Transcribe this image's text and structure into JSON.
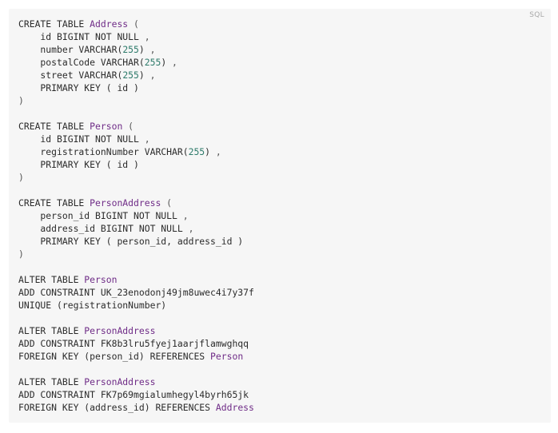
{
  "badge": {
    "language": "SQL"
  },
  "code": {
    "lines": [
      [
        {
          "t": "CREATE TABLE "
        },
        {
          "t": "Address",
          "c": "tbl"
        },
        {
          "t": " (",
          "c": "p"
        }
      ],
      [
        {
          "t": "    id BIGINT NOT NULL "
        },
        {
          "t": ",",
          "c": "p"
        }
      ],
      [
        {
          "t": "    number VARCHAR("
        },
        {
          "t": "255",
          "c": "n"
        },
        {
          "t": ") "
        },
        {
          "t": ",",
          "c": "p"
        }
      ],
      [
        {
          "t": "    postalCode VARCHAR("
        },
        {
          "t": "255",
          "c": "n"
        },
        {
          "t": ") "
        },
        {
          "t": ",",
          "c": "p"
        }
      ],
      [
        {
          "t": "    street VARCHAR("
        },
        {
          "t": "255",
          "c": "n"
        },
        {
          "t": ") "
        },
        {
          "t": ",",
          "c": "p"
        }
      ],
      [
        {
          "t": "    PRIMARY KEY ( id )"
        }
      ],
      [
        {
          "t": ")",
          "c": "p"
        }
      ],
      [],
      [
        {
          "t": "CREATE TABLE "
        },
        {
          "t": "Person",
          "c": "tbl"
        },
        {
          "t": " (",
          "c": "p"
        }
      ],
      [
        {
          "t": "    id BIGINT NOT NULL "
        },
        {
          "t": ",",
          "c": "p"
        }
      ],
      [
        {
          "t": "    registrationNumber VARCHAR("
        },
        {
          "t": "255",
          "c": "n"
        },
        {
          "t": ") "
        },
        {
          "t": ",",
          "c": "p"
        }
      ],
      [
        {
          "t": "    PRIMARY KEY ( id )"
        }
      ],
      [
        {
          "t": ")",
          "c": "p"
        }
      ],
      [],
      [
        {
          "t": "CREATE TABLE "
        },
        {
          "t": "PersonAddress",
          "c": "tbl"
        },
        {
          "t": " (",
          "c": "p"
        }
      ],
      [
        {
          "t": "    person_id BIGINT NOT NULL "
        },
        {
          "t": ",",
          "c": "p"
        }
      ],
      [
        {
          "t": "    address_id BIGINT NOT NULL "
        },
        {
          "t": ",",
          "c": "p"
        }
      ],
      [
        {
          "t": "    PRIMARY KEY ( person_id, address_id )"
        }
      ],
      [
        {
          "t": ")",
          "c": "p"
        }
      ],
      [],
      [
        {
          "t": "ALTER TABLE "
        },
        {
          "t": "Person",
          "c": "tbl"
        }
      ],
      [
        {
          "t": "ADD CONSTRAINT UK_23enodonj49jm8uwec4i7y37f"
        }
      ],
      [
        {
          "t": "UNIQUE (registrationNumber)"
        }
      ],
      [],
      [
        {
          "t": "ALTER TABLE "
        },
        {
          "t": "PersonAddress",
          "c": "tbl"
        }
      ],
      [
        {
          "t": "ADD CONSTRAINT FK8b3lru5fyej1aarjflamwghqq"
        }
      ],
      [
        {
          "t": "FOREIGN KEY (person_id) REFERENCES "
        },
        {
          "t": "Person",
          "c": "tbl"
        }
      ],
      [],
      [
        {
          "t": "ALTER TABLE "
        },
        {
          "t": "PersonAddress",
          "c": "tbl"
        }
      ],
      [
        {
          "t": "ADD CONSTRAINT FK7p69mgialumhegyl4byrh65jk"
        }
      ],
      [
        {
          "t": "FOREIGN KEY (address_id) REFERENCES "
        },
        {
          "t": "Address",
          "c": "tbl"
        }
      ]
    ]
  },
  "colors": {
    "background": "#f6f6f6",
    "text": "#2b2b2b",
    "identifier": "#6f2c87",
    "number": "#2d7a6a",
    "badge": "#a8a8a8"
  }
}
